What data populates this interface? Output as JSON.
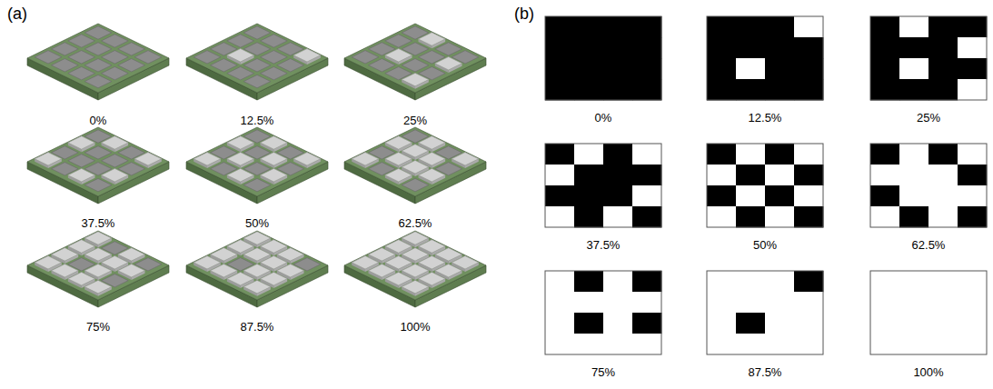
{
  "diagram": {
    "labels": [
      "(a)",
      "0%",
      "12.5%",
      "25%",
      "37.5%",
      "50%",
      "62.5%",
      "75%",
      "87.5%",
      "100%",
      "(b)",
      "0%",
      "12.5%",
      "25%",
      "37.5%",
      "50%",
      "62.5%",
      "75%",
      "87.5%",
      "100%"
    ]
  }
}
